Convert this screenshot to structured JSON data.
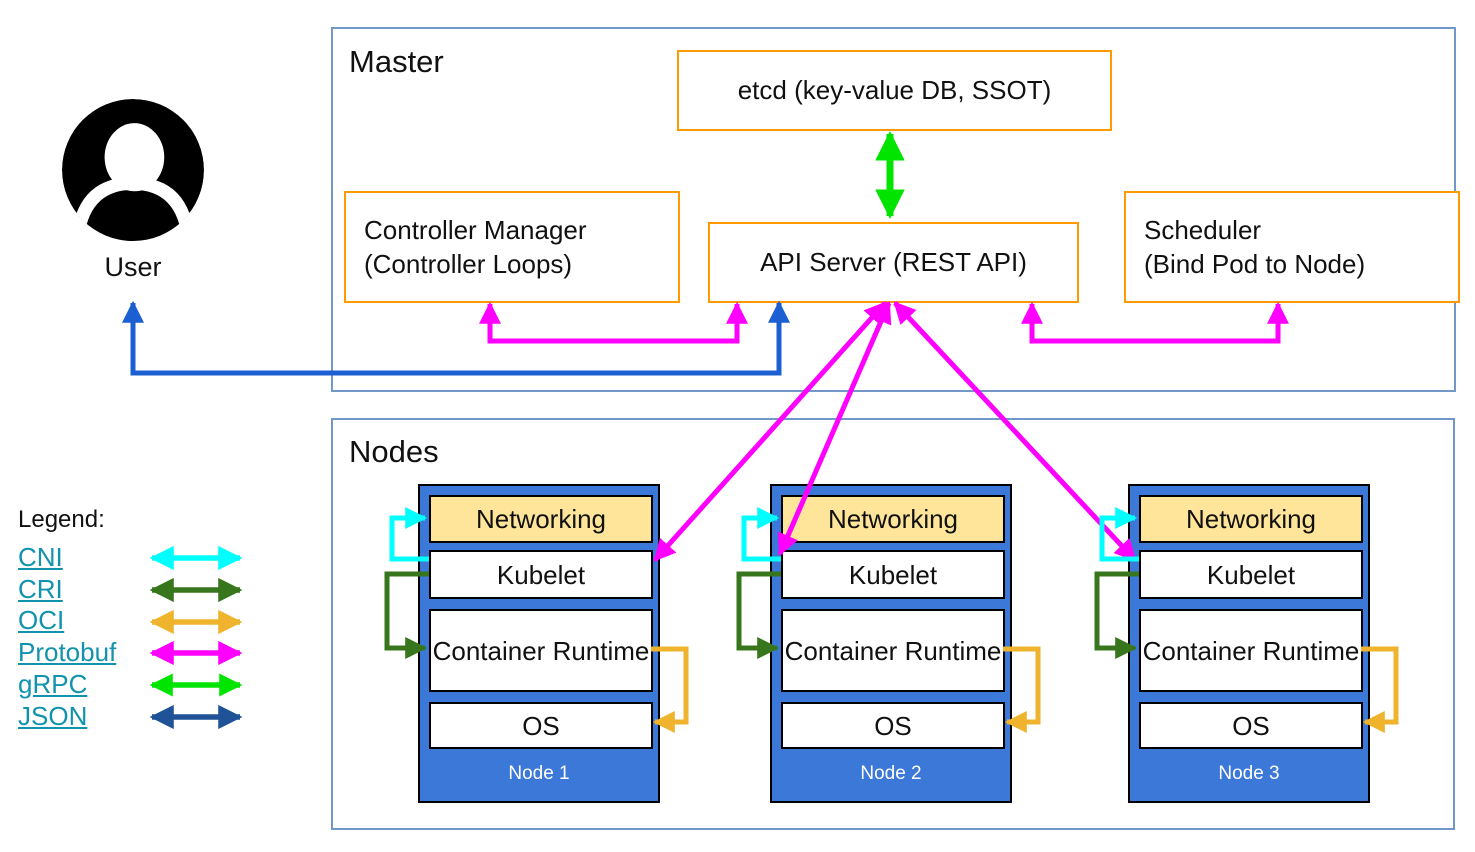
{
  "master": {
    "title": "Master",
    "etcd_label": "etcd (key-value DB, SSOT)",
    "api_server_label": "API Server (REST API)",
    "controller_manager_line1": "Controller Manager",
    "controller_manager_line2": "(Controller Loops)",
    "scheduler_line1": "Scheduler",
    "scheduler_line2": "(Bind Pod to Node)"
  },
  "user": {
    "label": "User"
  },
  "nodes_section": {
    "title": "Nodes",
    "layers": {
      "networking": "Networking",
      "kubelet": "Kubelet",
      "runtime": "Container Runtime",
      "os": "OS"
    },
    "nodes": [
      {
        "label": "Node 1"
      },
      {
        "label": "Node 2"
      },
      {
        "label": "Node 3"
      }
    ]
  },
  "legend": {
    "title": "Legend:",
    "items": [
      {
        "label": "CNI",
        "color": "#00FFFF"
      },
      {
        "label": "CRI",
        "color": "#38761D"
      },
      {
        "label": "OCI",
        "color": "#EFB32D"
      },
      {
        "label": "Protobuf",
        "color": "#FF00FF"
      },
      {
        "label": "gRPC",
        "color": "#00E400"
      },
      {
        "label": "JSON",
        "color": "#1F5296"
      }
    ]
  },
  "colors": {
    "box_border_orange": "#FF9900",
    "container_border_blue": "#7297C9",
    "node_fill_blue": "#3C78D8",
    "networking_fill_yellow": "#FFE599",
    "cni_cyan": "#00FFFF",
    "cri_green": "#38761D",
    "oci_gold": "#EFB32D",
    "protobuf_magenta": "#FF00FF",
    "grpc_green": "#00E400",
    "json_blue": "#1F5296",
    "user_arrow_blue": "#1C5FD2",
    "link_teal": "#1193AE"
  }
}
